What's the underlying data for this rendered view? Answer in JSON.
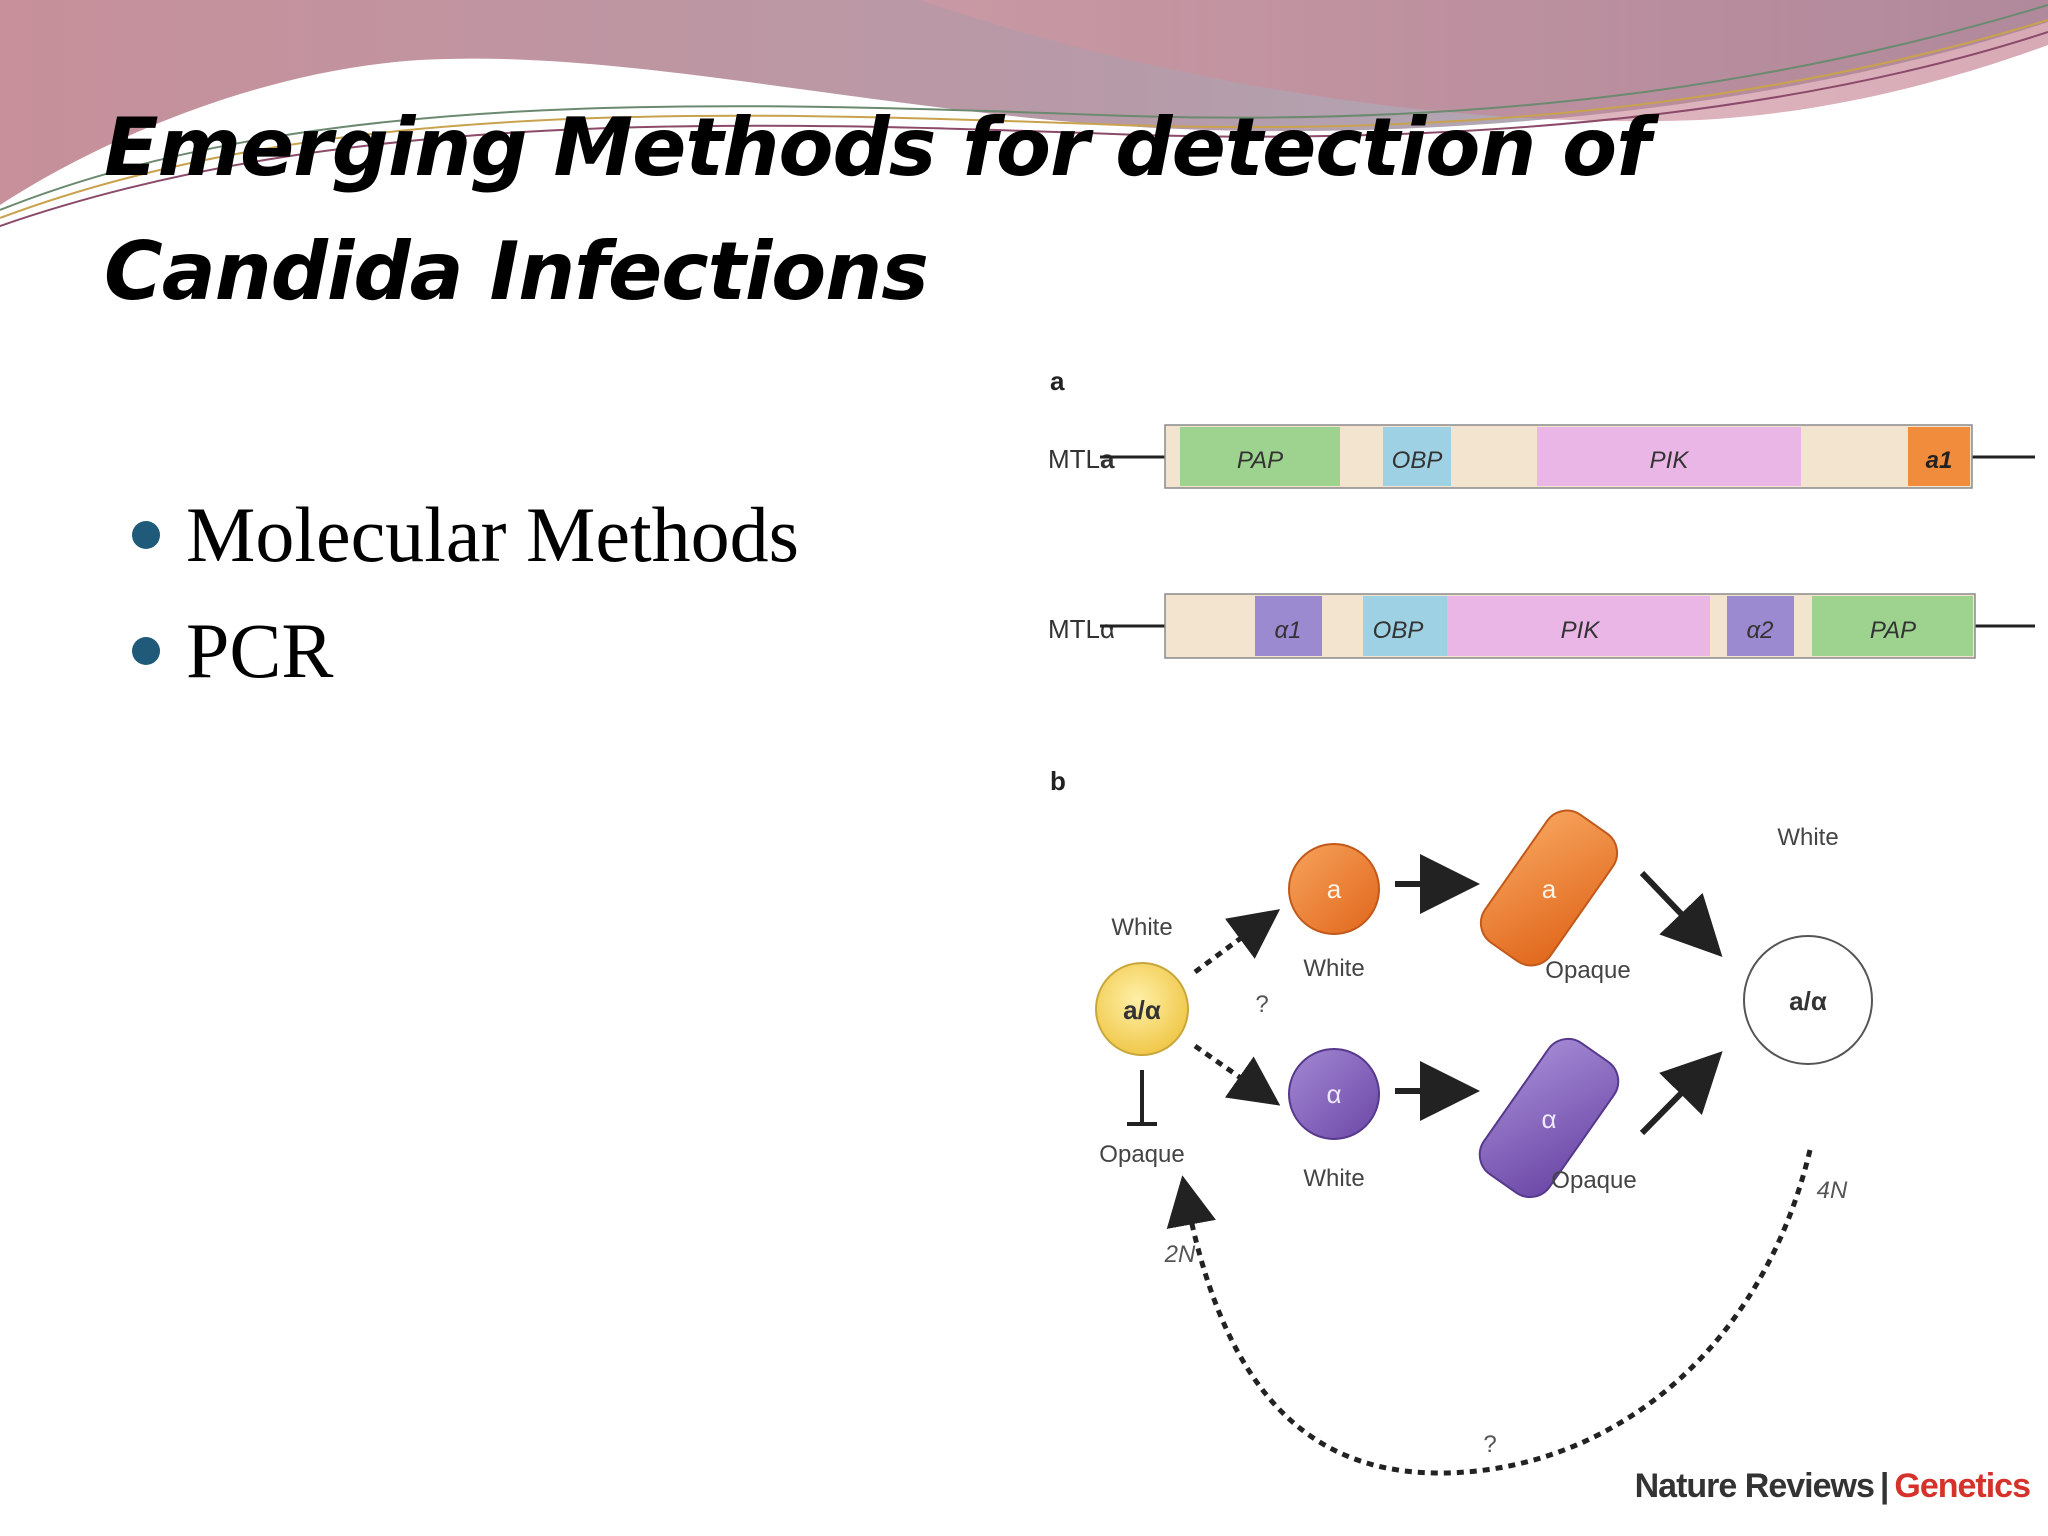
{
  "slide": {
    "title_line1": "Emerging Methods for detection of",
    "title_line2": "Candida Infections",
    "bullets": [
      "Molecular Methods",
      "PCR"
    ],
    "bullet_color": "#1f5a7a"
  },
  "figure": {
    "panel_a_label": "a",
    "panel_b_label": "b",
    "mtla_label": "MTL",
    "mtla_suffix": "a",
    "mtlalpha_label": "MTL",
    "mtlalpha_suffix": "α",
    "mtla_genes": [
      "PAP",
      "OBP",
      "PIK",
      "a1"
    ],
    "mtlalpha_genes": [
      "α1",
      "OBP",
      "PIK",
      "α2",
      "PAP"
    ],
    "colors": {
      "PAP": "#9ed38f",
      "OBP": "#9ed1e3",
      "PIK": "#eab6e6",
      "a1": "#f08c3c",
      "alpha": "#9c8ad0",
      "spacer": "#f2e4cf",
      "yellow_cell": "#f6d66a",
      "orange_cell": "#f07d28",
      "purple_cell": "#7f5bb8"
    },
    "cells": {
      "diploid_top": "White",
      "diploid_label": "a/α",
      "diploid_bottom": "Opaque",
      "a_white_label": "a",
      "a_white": "White",
      "a_opaque_label": "a",
      "a_opaque": "Opaque",
      "alpha_white_label": "α",
      "alpha_white": "White",
      "alpha_opaque_label": "α",
      "alpha_opaque": "Opaque",
      "tetraploid_top": "White",
      "tetraploid_label": "a/α"
    },
    "question_left": "?",
    "question_bottom": "?",
    "label_2n": "2N",
    "label_4n": "4N",
    "credit_journal": "Nature Reviews",
    "credit_sep": "|",
    "credit_section": "Genetics"
  }
}
